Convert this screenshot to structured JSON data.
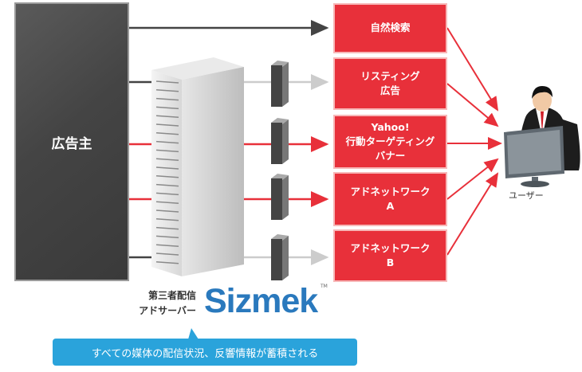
{
  "advertiser": {
    "label": "広告主"
  },
  "media": [
    {
      "lines": [
        "自然検索"
      ]
    },
    {
      "lines": [
        "リスティング",
        "広告"
      ]
    },
    {
      "lines": [
        "Yahoo!",
        "行動ターゲティング",
        "バナー"
      ]
    },
    {
      "lines": [
        "アドネットワーク",
        "A"
      ]
    },
    {
      "lines": [
        "アドネットワーク",
        "B"
      ]
    }
  ],
  "user": {
    "label": "ユーザー"
  },
  "ad_server": {
    "lines": [
      "第三者配信",
      "アドサーバー"
    ],
    "logo_text": "Sizmek",
    "tm": "TM"
  },
  "callout": {
    "text": "すべての媒体の配信状況、反響情報が蓄積される"
  },
  "colors": {
    "red": "#e8303a",
    "dark_gray": "#444444",
    "light_gray": "#cccccc",
    "blue": "#2aa3db",
    "logo_blue": "#2a79bd"
  }
}
